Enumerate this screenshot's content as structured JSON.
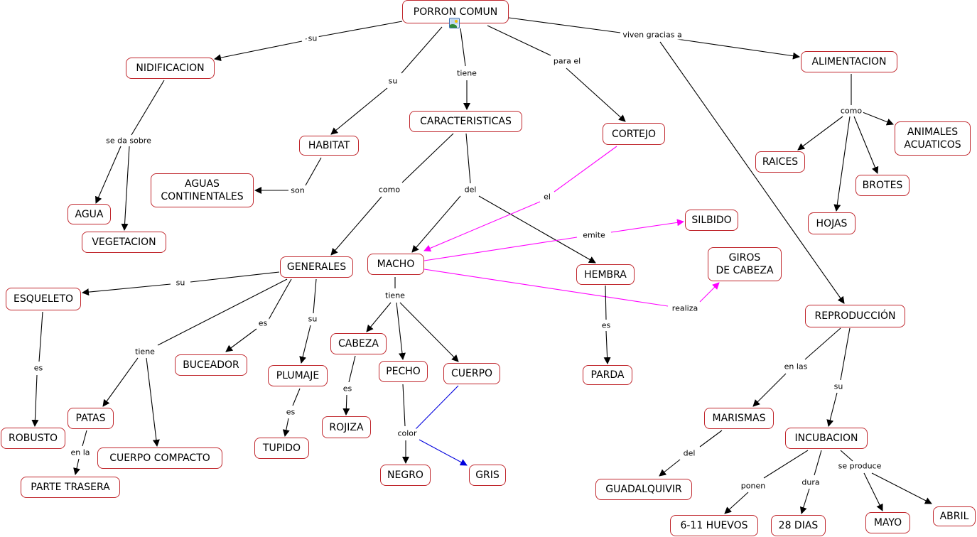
{
  "title": "PORRON COMUN",
  "colors": {
    "node_border": "#c0272d",
    "link_default": "#000000",
    "link_magenta": "#ff00ff",
    "link_blue": "#0000dd"
  },
  "root_attachment_icon": "image-icon",
  "nodes": {
    "porron": {
      "text": "PORRON COMUN"
    },
    "nidificacion": {
      "text": "NIDIFICACION"
    },
    "habitat": {
      "text": "HABITAT"
    },
    "caracteristicas": {
      "text": "CARACTERISTICAS"
    },
    "cortejo": {
      "text": "CORTEJO"
    },
    "alimentacion": {
      "text": "ALIMENTACION"
    },
    "agua": {
      "text": "AGUA"
    },
    "vegetacion": {
      "text": "VEGETACION"
    },
    "aguas_continentales": {
      "text": "AGUAS\nCONTINENTALES"
    },
    "generales": {
      "text": "GENERALES"
    },
    "macho": {
      "text": "MACHO"
    },
    "hembra": {
      "text": "HEMBRA"
    },
    "silbido": {
      "text": "SILBIDO"
    },
    "giros": {
      "text": "GIROS\nDE CABEZA"
    },
    "raices": {
      "text": "RAICES"
    },
    "hojas": {
      "text": "HOJAS"
    },
    "brotes": {
      "text": "BROTES"
    },
    "animales": {
      "text": "ANIMALES\nACUATICOS"
    },
    "reproduccion": {
      "text": "REPRODUCCIÓN"
    },
    "esqueleto": {
      "text": "ESQUELETO"
    },
    "robusto": {
      "text": "ROBUSTO"
    },
    "patas": {
      "text": "PATAS"
    },
    "parte_trasera": {
      "text": "PARTE TRASERA"
    },
    "cuerpo_compacto": {
      "text": "CUERPO COMPACTO"
    },
    "buceador": {
      "text": "BUCEADOR"
    },
    "plumaje": {
      "text": "PLUMAJE"
    },
    "tupido": {
      "text": "TUPIDO"
    },
    "cabeza": {
      "text": "CABEZA"
    },
    "rojiza": {
      "text": "ROJIZA"
    },
    "pecho": {
      "text": "PECHO"
    },
    "cuerpo": {
      "text": "CUERPO"
    },
    "negro": {
      "text": "NEGRO"
    },
    "gris": {
      "text": "GRIS"
    },
    "parda": {
      "text": "PARDA"
    },
    "marismas": {
      "text": "MARISMAS"
    },
    "guadalquivir": {
      "text": "GUADALQUIVIR"
    },
    "incubacion": {
      "text": "INCUBACION"
    },
    "huevos": {
      "text": "6-11 HUEVOS"
    },
    "dias": {
      "text": "28 DIAS"
    },
    "mayo": {
      "text": "MAYO"
    },
    "abril": {
      "text": "ABRIL"
    }
  },
  "link_labels": {
    "su_nid": "su",
    "su_hab": "su",
    "tiene_car": "tiene",
    "para_el": "para el",
    "viven": "viven gracias a",
    "se_da_sobre": "se da sobre",
    "son": "son",
    "como_car": "como",
    "del_car": "del",
    "el_cortejo": "el",
    "emite": "emite",
    "realiza": "realiza",
    "como_ali": "como",
    "su_gen": "su",
    "es_gen": "es",
    "su_gen2": "su",
    "tiene_gen": "tiene",
    "es_esq": "es",
    "en_la": "en la",
    "es_plu": "es",
    "tiene_macho": "tiene",
    "es_cab": "es",
    "color": "color",
    "es_hem": "es",
    "en_las": "en las",
    "su_rep": "su",
    "del_mar": "del",
    "ponen": "ponen",
    "dura": "dura",
    "se_produce": "se produce"
  }
}
